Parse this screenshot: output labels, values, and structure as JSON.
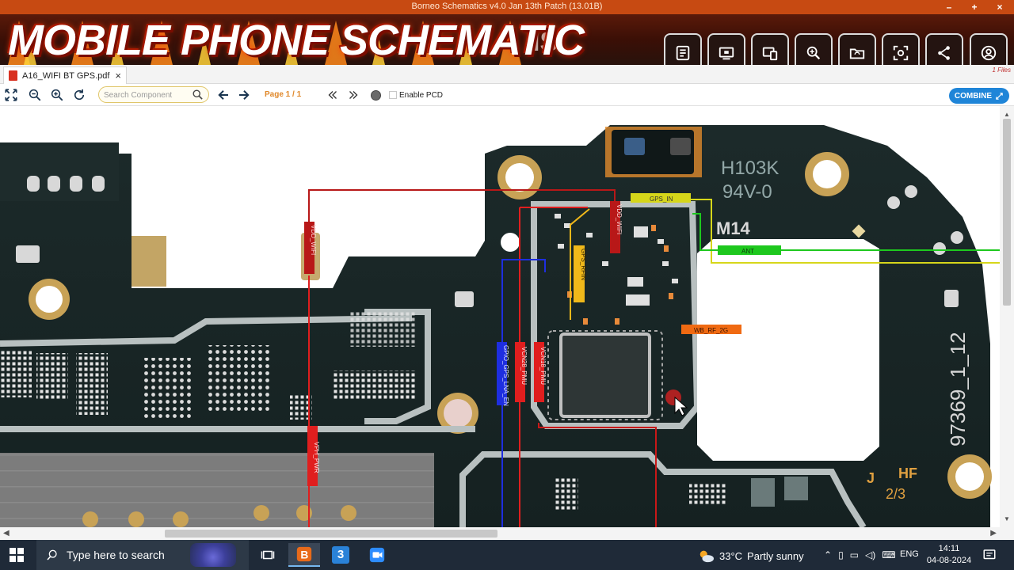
{
  "window": {
    "title": "Borneo Schematics v4.0 Jan 13th Patch (13.01B)",
    "controls": [
      "–",
      "+",
      "×"
    ]
  },
  "banner": {
    "title": "MOBILE PHONE SCHEMATIC",
    "fragment": "IS",
    "tools": [
      {
        "icon": "schematic-list-icon"
      },
      {
        "icon": "monitor-icon"
      },
      {
        "icon": "devices-icon"
      },
      {
        "icon": "zoom-search-icon"
      },
      {
        "icon": "folder-sync-icon"
      },
      {
        "icon": "screenshot-icon"
      },
      {
        "icon": "share-icon"
      },
      {
        "icon": "user-icon"
      }
    ]
  },
  "tab": {
    "filename": "A16_WIFI BT GPS.pdf",
    "close": "×",
    "files_count": "1 Files"
  },
  "toolbar": {
    "search_placeholder": "Search Component",
    "page_indicator": "Page 1 / 1",
    "enable_pcd": "Enable PCD",
    "combine": "COMBINE"
  },
  "board": {
    "silk_top": "H103K",
    "silk_sub": "94V-0",
    "silk_m14": "M14",
    "silk_serial": "97369_1_12",
    "silk_hf": "HF",
    "silk_j": "J",
    "silk_logo": "2/3",
    "nets": [
      {
        "label": "GPS_IN",
        "color": "#d6d61a"
      },
      {
        "label": "ANT",
        "color": "#1ec81e"
      },
      {
        "label": "WB_RF_2G",
        "color": "#f06a12"
      },
      {
        "label": "VDD_WIFI",
        "color": "#b81818"
      },
      {
        "label": "VDD_WIFI",
        "color": "#b81818"
      },
      {
        "label": "GPS_RFIN",
        "color": "#f0b81a"
      },
      {
        "label": "GPIO_GPS_LNA_EN",
        "color": "#1e2ee0"
      },
      {
        "label": "VCN28_PMU",
        "color": "#e01e1e"
      },
      {
        "label": "VCN18_PMU",
        "color": "#e01e1e"
      },
      {
        "label": "VPH_PWR",
        "color": "#e01e1e"
      }
    ]
  },
  "taskbar": {
    "search_placeholder": "Type here to search",
    "temperature": "33°C",
    "weather": "Partly sunny",
    "language": "ENG",
    "time": "14:11",
    "date": "04-08-2024",
    "pinned_app_badge": "3"
  }
}
